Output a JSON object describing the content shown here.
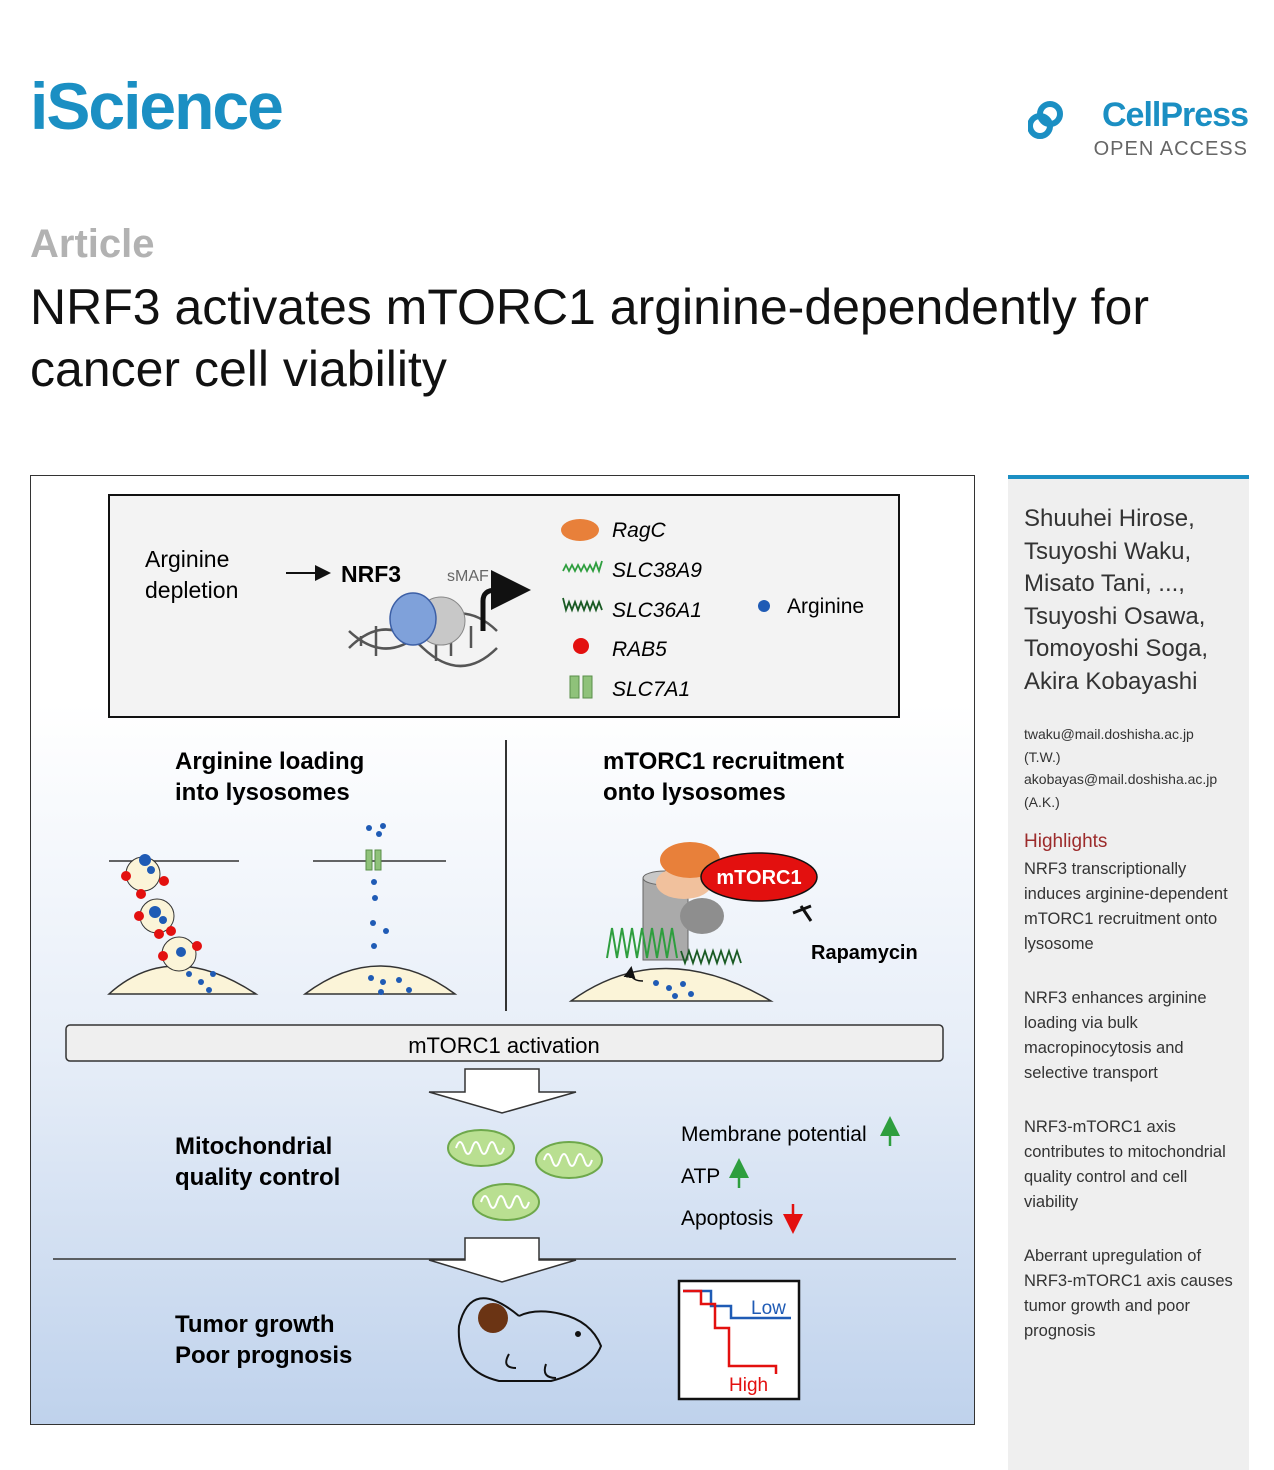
{
  "header": {
    "journal": "iScience",
    "publisher": "CellPress",
    "access": "OPEN ACCESS",
    "article_type": "Article",
    "title": "NRF3 activates mTORC1 arginine-dependently for cancer cell viability"
  },
  "sidebar": {
    "authors": [
      "Shuuhei Hirose,",
      "Tsuyoshi Waku,",
      "Misato Tani, ...,",
      "Tsuyoshi Osawa,",
      "Tomoyoshi Soga,",
      "Akira Kobayashi"
    ],
    "contacts": [
      "twaku@mail.doshisha.ac.jp",
      "(T.W.)",
      "akobayas@mail.doshisha.ac.jp",
      "(A.K.)"
    ],
    "highlights_heading": "Highlights",
    "highlights": [
      "NRF3 transcriptionally induces arginine-dependent mTORC1 recruitment onto lysosome",
      "NRF3 enhances arginine loading via bulk macropinocytosis and selective transport",
      "NRF3-mTORC1 axis contributes to mitochondrial quality control and cell viability",
      "Aberrant upregulation of NRF3-mTORC1 axis causes tumor growth and poor prognosis"
    ]
  },
  "figure": {
    "depletion_1": "Arginine",
    "depletion_2": "depletion",
    "nrf3": "NRF3",
    "smaf": "sMAF",
    "genes": [
      "RagC",
      "SLC38A9",
      "SLC36A1",
      "RAB5",
      "SLC7A1"
    ],
    "arginine_legend": "Arginine",
    "loading_1": "Arginine loading",
    "loading_2": "into lysosomes",
    "recruit_1": "mTORC1 recruitment",
    "recruit_2": "onto lysosomes",
    "mtorc1": "mTORC1",
    "rapamycin": "Rapamycin",
    "activation": "mTORC1 activation",
    "mito_1": "Mitochondrial",
    "mito_2": "quality control",
    "effects": [
      "Membrane potential",
      "ATP",
      "Apoptosis"
    ],
    "tumor_1": "Tumor growth",
    "tumor_2": "Poor prognosis",
    "km_low": "Low",
    "km_high": "High"
  },
  "colors": {
    "brand": "#1b8fc3",
    "highlight_heading": "#9c2b2b",
    "ragc": "#e8803a",
    "transporter_green": "#2e9e3e",
    "rab5": "#e3100f",
    "slc7a1": "#8fc27a",
    "arginine": "#1f5bb5",
    "up_arrow": "#2e9e3e",
    "down_arrow": "#e3100f"
  }
}
